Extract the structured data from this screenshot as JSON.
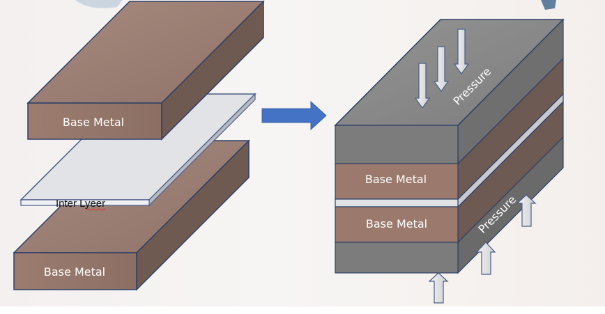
{
  "diagram": {
    "left_assembly": {
      "top_block_label": "Base Metal",
      "interlayer_label": "Inter Lyeer",
      "bottom_block_label": "Base Metal"
    },
    "right_assembly": {
      "upper_base_label": "Base Metal",
      "lower_base_label": "Base Metal",
      "pressure_top_label": "Pressure",
      "pressure_side_label": "Pressure"
    }
  },
  "colors": {
    "base_metal_front": "#9b7b6e",
    "base_metal_top": "#a98a7d",
    "base_metal_side": "#6e5b53",
    "platen_front": "#7c7c7c",
    "platen_top": "#8c8c8c",
    "platen_side": "#6a6a6a",
    "interlayer": "#e3e4e8",
    "process_arrow": "#4472c4"
  }
}
